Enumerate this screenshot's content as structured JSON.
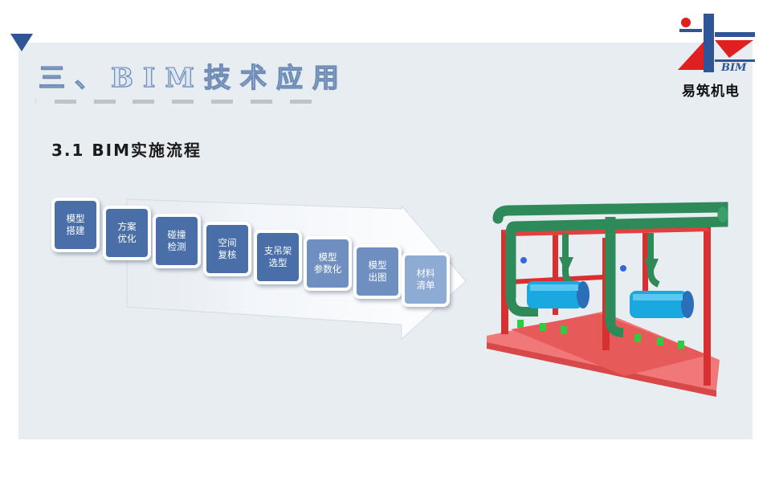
{
  "header": {
    "section_title": "三、BIM技术应用",
    "subtitle": "3.1 BIM实施流程"
  },
  "logo": {
    "text": "易筑机电",
    "mark_text": "BIM",
    "colors": {
      "blue": "#2f5597",
      "red": "#e02020"
    }
  },
  "process": {
    "steps": [
      {
        "label": "模型\n搭建"
      },
      {
        "label": "方案\n优化"
      },
      {
        "label": "碰撞\n检测"
      },
      {
        "label": "空间\n复核"
      },
      {
        "label": "支吊架\n选型"
      },
      {
        "label": "模型\n参数化"
      },
      {
        "label": "模型\n出图"
      },
      {
        "label": "材料\n清单"
      }
    ]
  },
  "colors": {
    "slide_background": "#e8edf2",
    "accent": "#2f5597",
    "step_fill": "#4a6fa8"
  }
}
